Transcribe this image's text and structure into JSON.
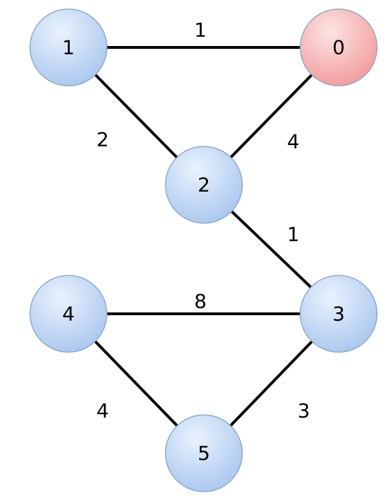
{
  "graph": {
    "nodes": [
      {
        "id": "1",
        "label": "1",
        "highlighted": false
      },
      {
        "id": "0",
        "label": "0",
        "highlighted": true
      },
      {
        "id": "2",
        "label": "2",
        "highlighted": false
      },
      {
        "id": "4",
        "label": "4",
        "highlighted": false
      },
      {
        "id": "3",
        "label": "3",
        "highlighted": false
      },
      {
        "id": "5",
        "label": "5",
        "highlighted": false
      }
    ],
    "edges": [
      {
        "from": "1",
        "to": "0",
        "weight": "1"
      },
      {
        "from": "1",
        "to": "2",
        "weight": "2"
      },
      {
        "from": "0",
        "to": "2",
        "weight": "4"
      },
      {
        "from": "2",
        "to": "3",
        "weight": "1"
      },
      {
        "from": "4",
        "to": "3",
        "weight": "8"
      },
      {
        "from": "4",
        "to": "5",
        "weight": "4"
      },
      {
        "from": "3",
        "to": "5",
        "weight": "3"
      }
    ]
  },
  "colors": {
    "node_fill_light": "#eaf2fd",
    "node_fill_dark": "#a9c6ef",
    "highlight_fill_light": "#fde4e4",
    "highlight_fill_dark": "#f29a9a",
    "edge": "#000000"
  }
}
